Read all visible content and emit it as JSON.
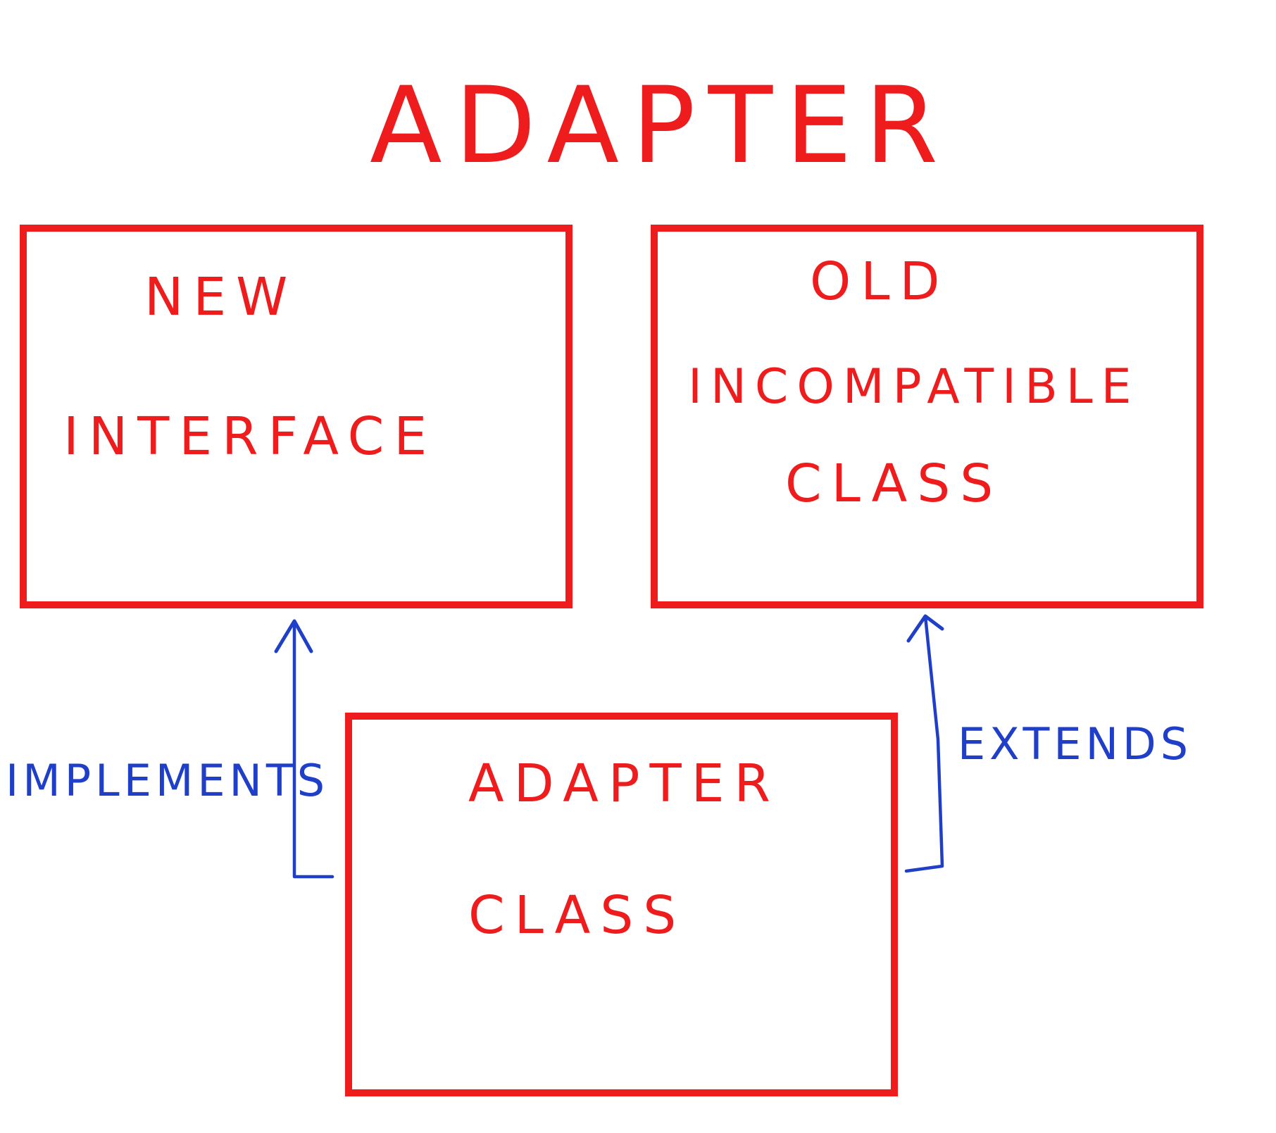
{
  "diagram": {
    "title": "ADAPTER",
    "colors": {
      "primary": "#ee1c1c",
      "relation": "#1f3fc8",
      "background": "#ffffff"
    },
    "nodes": [
      {
        "id": "new-interface",
        "lines": [
          "NEW",
          "INTERFACE"
        ]
      },
      {
        "id": "old-class",
        "lines": [
          "OLD",
          "INCOMPATIBLE",
          "CLASS"
        ]
      },
      {
        "id": "adapter-class",
        "lines": [
          "ADAPTER",
          "CLASS"
        ]
      }
    ],
    "edges": [
      {
        "from": "adapter-class",
        "to": "new-interface",
        "label": "IMPLEMENTS"
      },
      {
        "from": "adapter-class",
        "to": "old-class",
        "label": "EXTENDS"
      }
    ]
  }
}
